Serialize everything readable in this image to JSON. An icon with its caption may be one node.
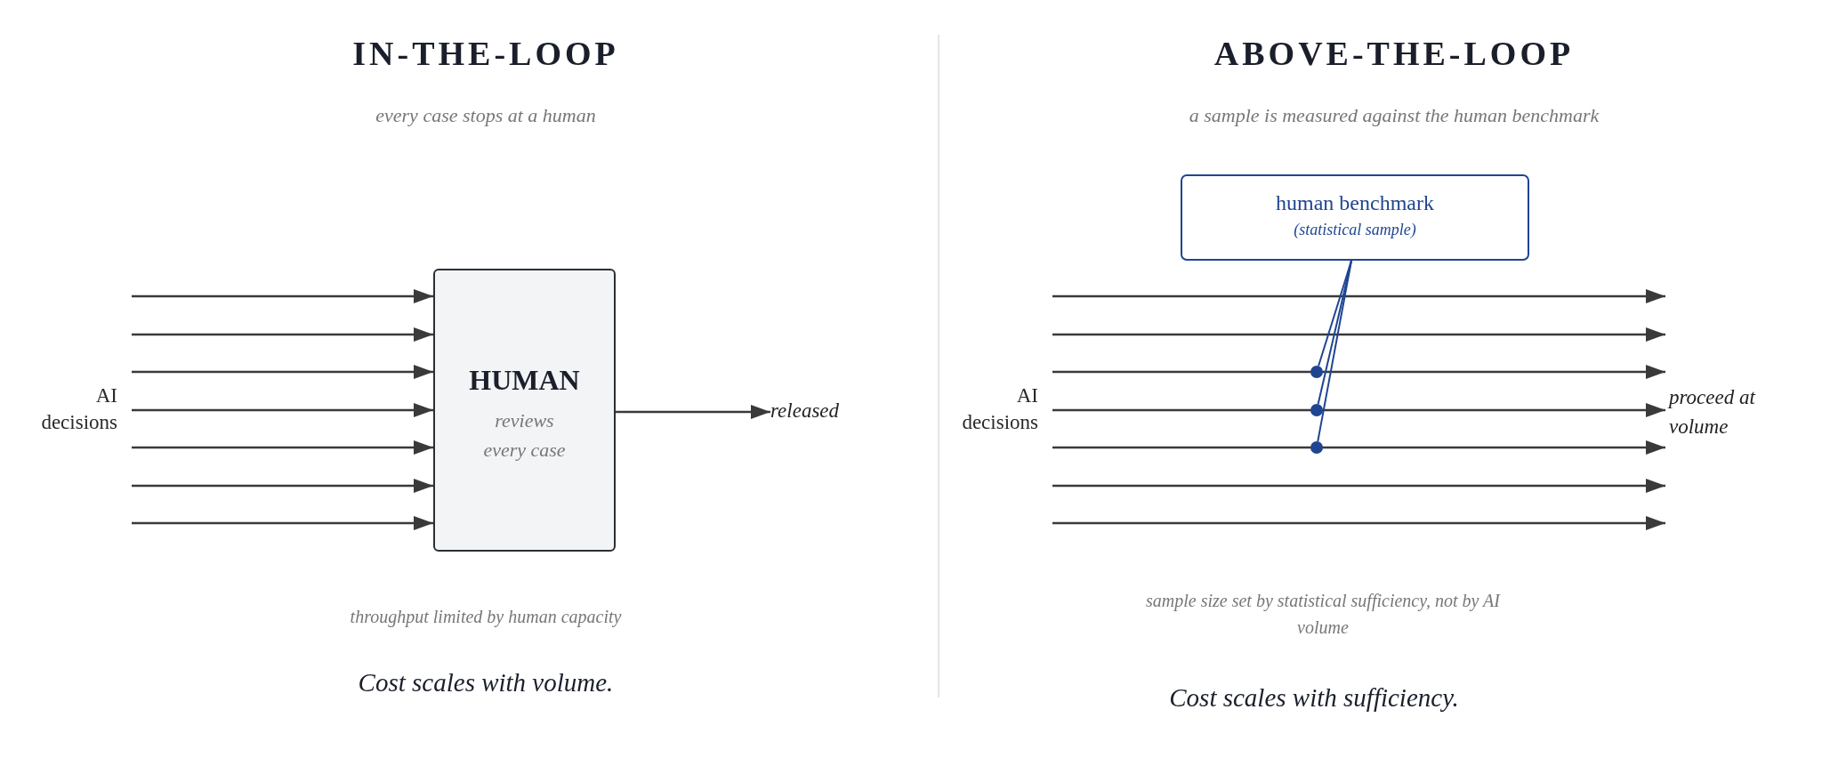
{
  "diagram": {
    "nodes": [
      {
        "text": [
          "AI decisions"
        ]
      },
      {
        "text": [
          "HUMAN",
          "reviews every case"
        ]
      },
      {
        "text": [
          "released"
        ]
      },
      {
        "text": [
          "AI decisions"
        ]
      },
      {
        "text": [
          "human benchmark",
          "(statistical sample)"
        ]
      },
      {
        "text": [],
        "shape": "circle"
      },
      {
        "text": [],
        "shape": "circle"
      },
      {
        "text": [],
        "shape": "circle"
      },
      {
        "text": [
          "proceed at volume"
        ]
      }
    ],
    "edges": [
      {
        "from": 0,
        "to": 1,
        "arrow": "to"
      },
      {
        "from": 0,
        "to": 1,
        "arrow": "to"
      },
      {
        "from": 0,
        "to": 1,
        "arrow": "to"
      },
      {
        "from": 0,
        "to": 1,
        "arrow": "to"
      },
      {
        "from": 0,
        "to": 1,
        "arrow": "to"
      },
      {
        "from": 0,
        "to": 1,
        "arrow": "to"
      },
      {
        "from": 0,
        "to": 1,
        "arrow": "to"
      },
      {
        "from": 1,
        "to": 2,
        "arrow": "to"
      },
      {
        "from": 3,
        "to": 8,
        "arrow": "to"
      },
      {
        "from": 3,
        "to": 8,
        "arrow": "to"
      },
      {
        "from": 3,
        "to": 8,
        "arrow": "to"
      },
      {
        "from": 3,
        "to": 8,
        "arrow": "to"
      },
      {
        "from": 3,
        "to": 8,
        "arrow": "to"
      },
      {
        "from": 3,
        "to": 8,
        "arrow": "to"
      },
      {
        "from": 3,
        "to": 8,
        "arrow": "to"
      },
      {
        "from": 4,
        "to": 5,
        "arrow": "none",
        "color": "#1f4591"
      },
      {
        "from": 4,
        "to": 6,
        "arrow": "none",
        "color": "#1f4591"
      },
      {
        "from": 4,
        "to": 7,
        "arrow": "none",
        "color": "#1f4591"
      }
    ],
    "labels": [
      "IN-THE-LOOP",
      "every case stops at a human",
      "throughput limited by human capacity",
      "Cost scales with volume.",
      "ABOVE-THE-LOOP",
      "a sample is measured against the human benchmark",
      "sample size set by statistical sufficiency, not by AI volume",
      "Cost scales with sufficiency."
    ]
  }
}
